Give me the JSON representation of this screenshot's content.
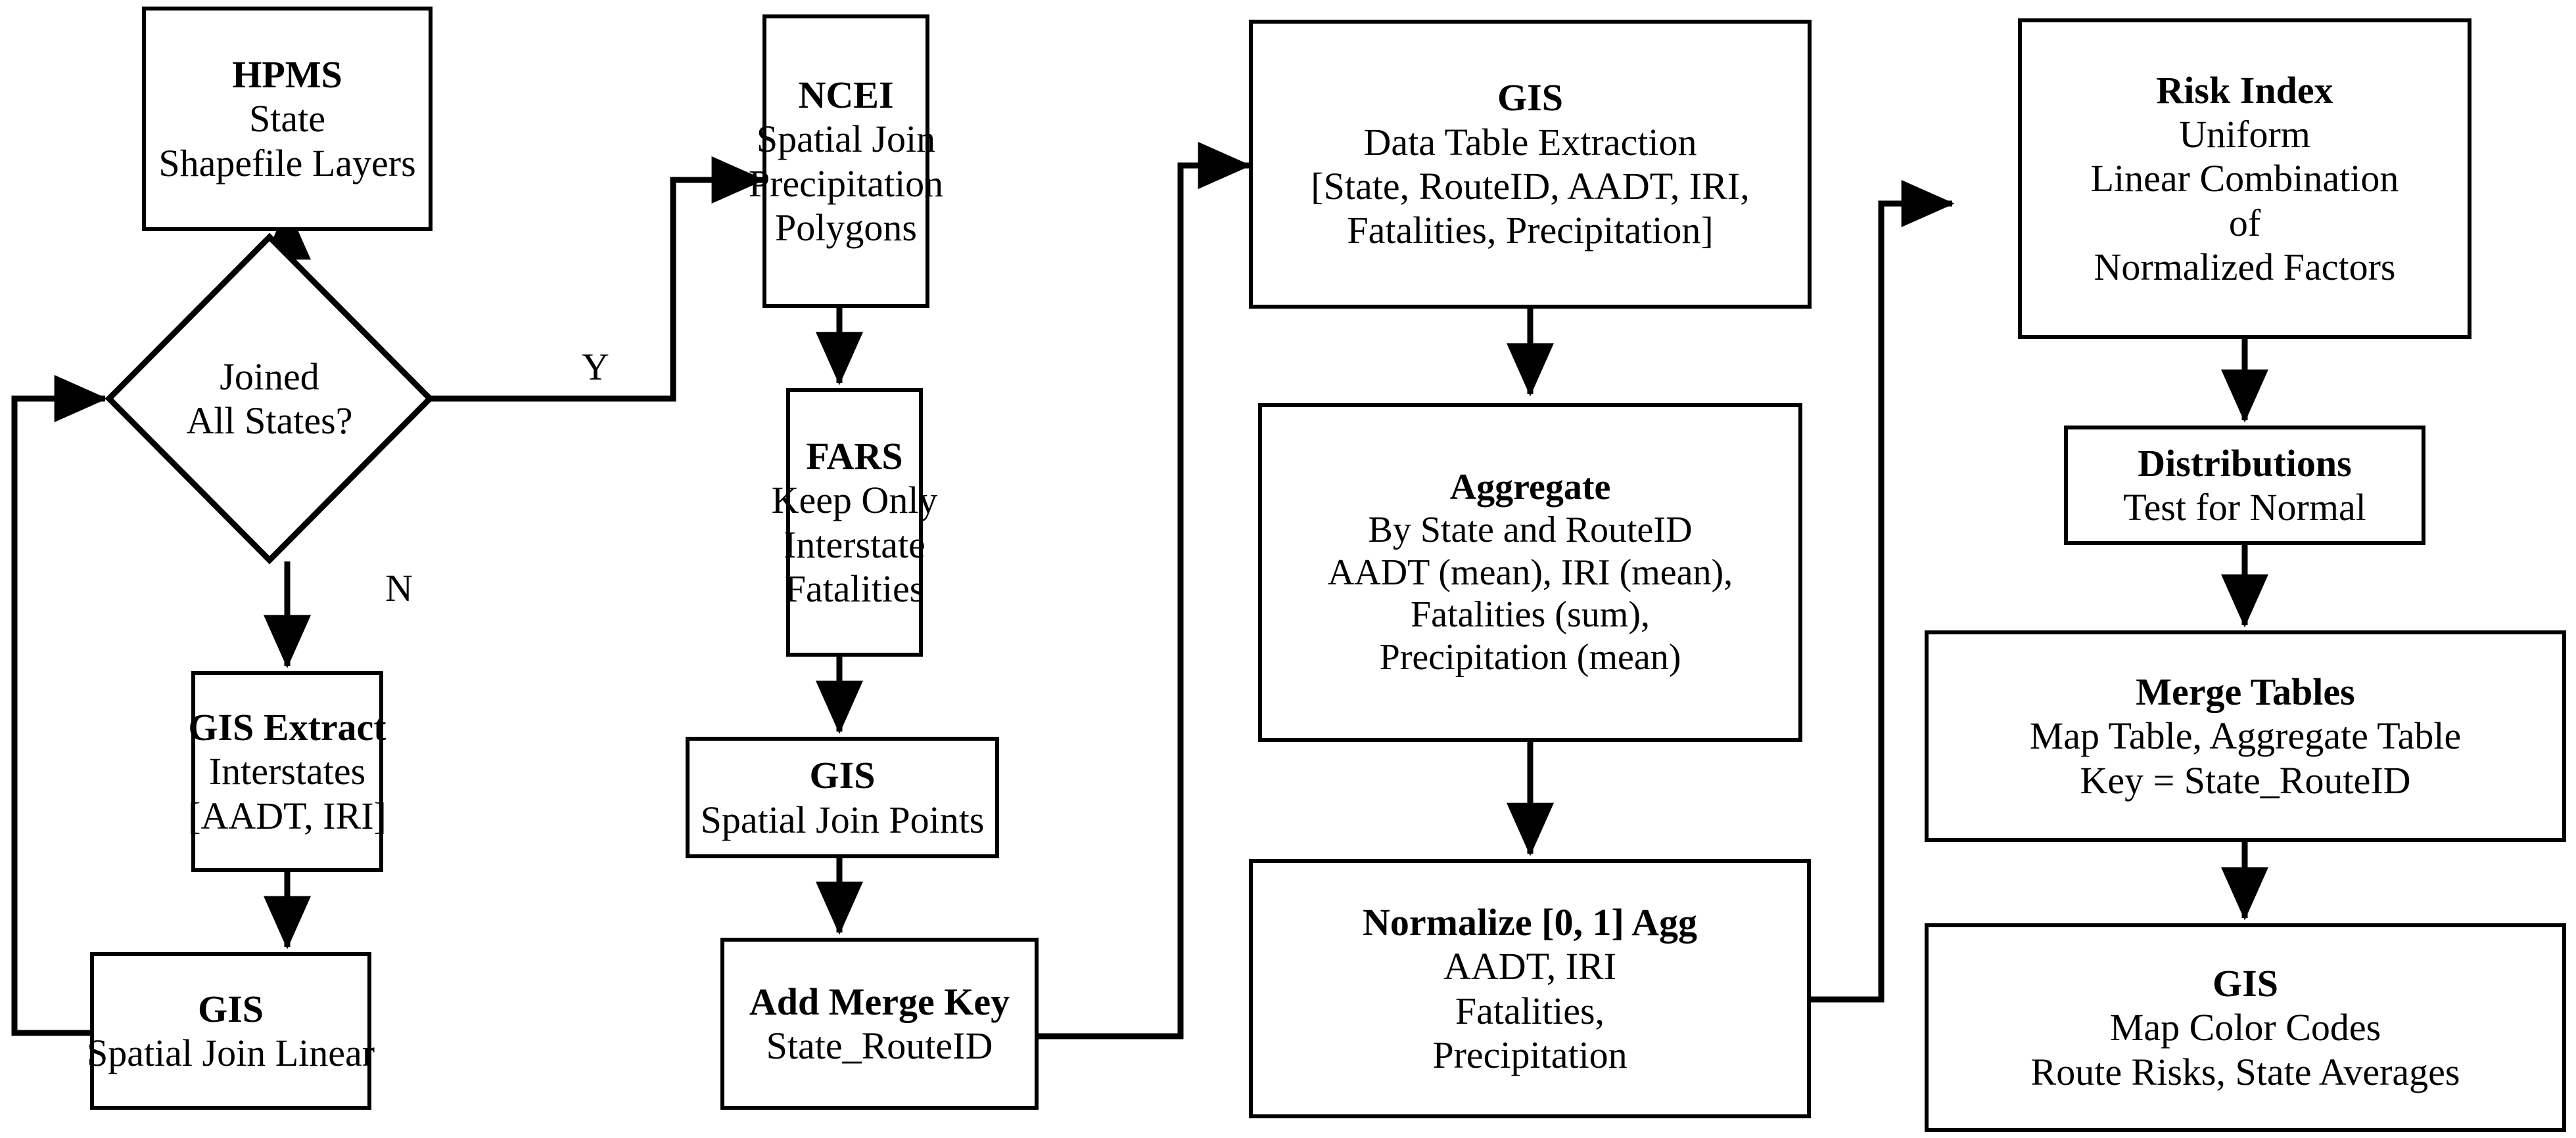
{
  "diagram": {
    "title": "Interstate Risk Index Data Processing Workflow",
    "stroke_color": "#000000",
    "background_color": "#ffffff",
    "columns": 4,
    "nodes": [
      {
        "id": "hpms",
        "shape": "process",
        "title": "HPMS",
        "lines": [
          "State",
          "Shapefile Layers"
        ]
      },
      {
        "id": "joined-decision",
        "shape": "decision",
        "title": "Joined",
        "lines": [
          "All States?"
        ]
      },
      {
        "id": "gis-extract",
        "shape": "process",
        "title": "GIS Extract",
        "lines": [
          "Interstates",
          "[AADT,  IRI]"
        ]
      },
      {
        "id": "gis-spatial-join-linear",
        "shape": "process",
        "title": "GIS",
        "lines": [
          "Spatial Join Linear"
        ]
      },
      {
        "id": "ncei",
        "shape": "process",
        "title": "NCEI",
        "lines": [
          "Spatial Join",
          "Precipitation",
          "Polygons"
        ]
      },
      {
        "id": "fars",
        "shape": "process",
        "title": "FARS",
        "lines": [
          "Keep Only",
          "Interstate",
          "Fatalities"
        ]
      },
      {
        "id": "gis-spatial-join-points",
        "shape": "process",
        "title": "GIS",
        "lines": [
          "Spatial Join Points"
        ]
      },
      {
        "id": "add-merge-key",
        "shape": "process",
        "title": "Add Merge Key",
        "lines": [
          "State_RouteID"
        ]
      },
      {
        "id": "gis-data-table-extraction",
        "shape": "process",
        "title": "GIS",
        "lines": [
          "Data Table Extraction",
          "[State, RouteID, AADT, IRI,",
          "Fatalities,  Precipitation]"
        ]
      },
      {
        "id": "aggregate",
        "shape": "process",
        "title": "Aggregate",
        "lines": [
          "By State and RouteID",
          "AADT (mean), IRI (mean),",
          "Fatalities  (sum),",
          "Precipitation  (mean)"
        ]
      },
      {
        "id": "normalize",
        "shape": "process",
        "title": "Normalize [0, 1] Agg",
        "lines": [
          "AADT, IRI",
          "Fatalities,",
          "Precipitation"
        ]
      },
      {
        "id": "risk-index",
        "shape": "process",
        "title": "Risk Index",
        "lines": [
          "Uniform",
          "Linear Combination",
          "of",
          "Normalized Factors"
        ]
      },
      {
        "id": "distributions",
        "shape": "process",
        "title": "Distributions",
        "lines": [
          "Test for Normal"
        ]
      },
      {
        "id": "merge-tables",
        "shape": "process",
        "title": "Merge Tables",
        "lines": [
          "Map Table, Aggregate  Table",
          "Key = State_RouteID"
        ]
      },
      {
        "id": "gis-map-color-codes",
        "shape": "process",
        "title": "GIS",
        "lines": [
          "Map Color Codes",
          "Route Risks, State Averages"
        ]
      }
    ],
    "edge_labels": {
      "yes": "Y",
      "no": "N"
    },
    "edges": [
      {
        "from": "hpms",
        "to": "joined-decision",
        "label": ""
      },
      {
        "from": "joined-decision",
        "to": "ncei",
        "label": "Y"
      },
      {
        "from": "joined-decision",
        "to": "gis-extract",
        "label": "N"
      },
      {
        "from": "gis-extract",
        "to": "gis-spatial-join-linear",
        "label": ""
      },
      {
        "from": "gis-spatial-join-linear",
        "to": "joined-decision",
        "label": ""
      },
      {
        "from": "ncei",
        "to": "fars",
        "label": ""
      },
      {
        "from": "fars",
        "to": "gis-spatial-join-points",
        "label": ""
      },
      {
        "from": "gis-spatial-join-points",
        "to": "add-merge-key",
        "label": ""
      },
      {
        "from": "add-merge-key",
        "to": "gis-data-table-extraction",
        "label": ""
      },
      {
        "from": "gis-data-table-extraction",
        "to": "aggregate",
        "label": ""
      },
      {
        "from": "aggregate",
        "to": "normalize",
        "label": ""
      },
      {
        "from": "normalize",
        "to": "risk-index",
        "label": ""
      },
      {
        "from": "risk-index",
        "to": "distributions",
        "label": ""
      },
      {
        "from": "distributions",
        "to": "merge-tables",
        "label": ""
      },
      {
        "from": "merge-tables",
        "to": "gis-map-color-codes",
        "label": ""
      }
    ]
  }
}
